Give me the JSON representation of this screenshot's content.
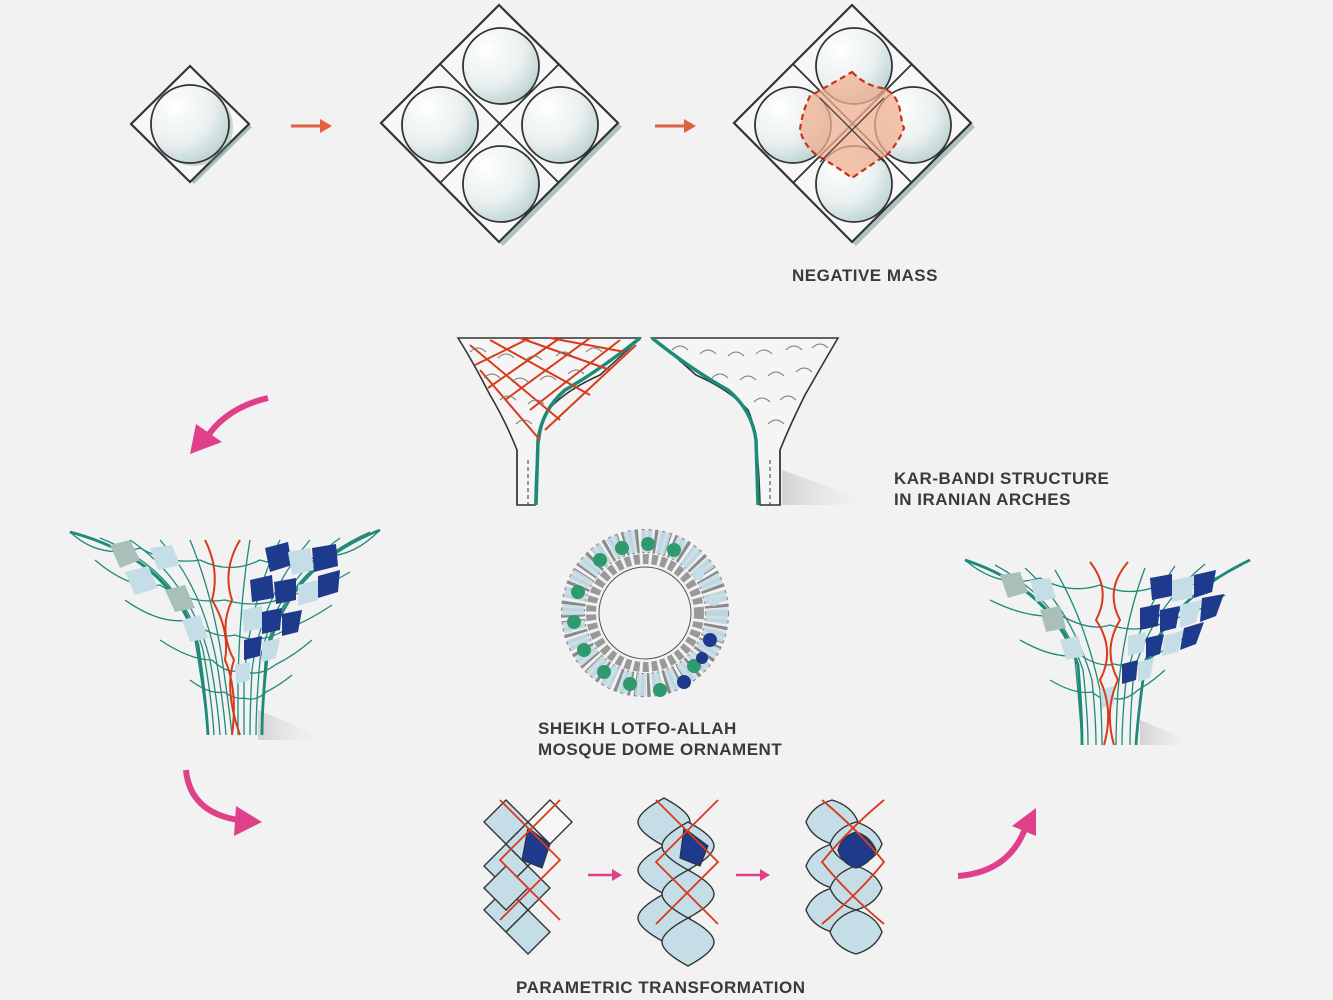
{
  "labels": {
    "negative_mass": "NEGATIVE MASS",
    "kar_bandi": [
      "KAR-BANDI STRUCTURE",
      "IN IRANIAN ARCHES"
    ],
    "sheikh": [
      "SHEIKH LOTFO-ALLAH",
      "MOSQUE DOME ORNAMENT"
    ],
    "parametric": "PARAMETRIC TRANSFORMATION"
  },
  "colors": {
    "background": "#f2f2f2",
    "outline": "#3a3a3a",
    "flow_arrow": "#e06040",
    "curved_arrow": "#e0408a",
    "sphere_light": "#ffffff",
    "sphere_shade": "#bcd3d3",
    "negative_mass_fill": "#f2b9a0",
    "negative_mass_stroke": "#cc3322",
    "teal": "#1f8a78",
    "red_line": "#d83a1c",
    "light_blue": "#c5dde6",
    "grey_green": "#a9c0ba",
    "navy": "#1e3a8c",
    "green": "#2f9a6e"
  }
}
